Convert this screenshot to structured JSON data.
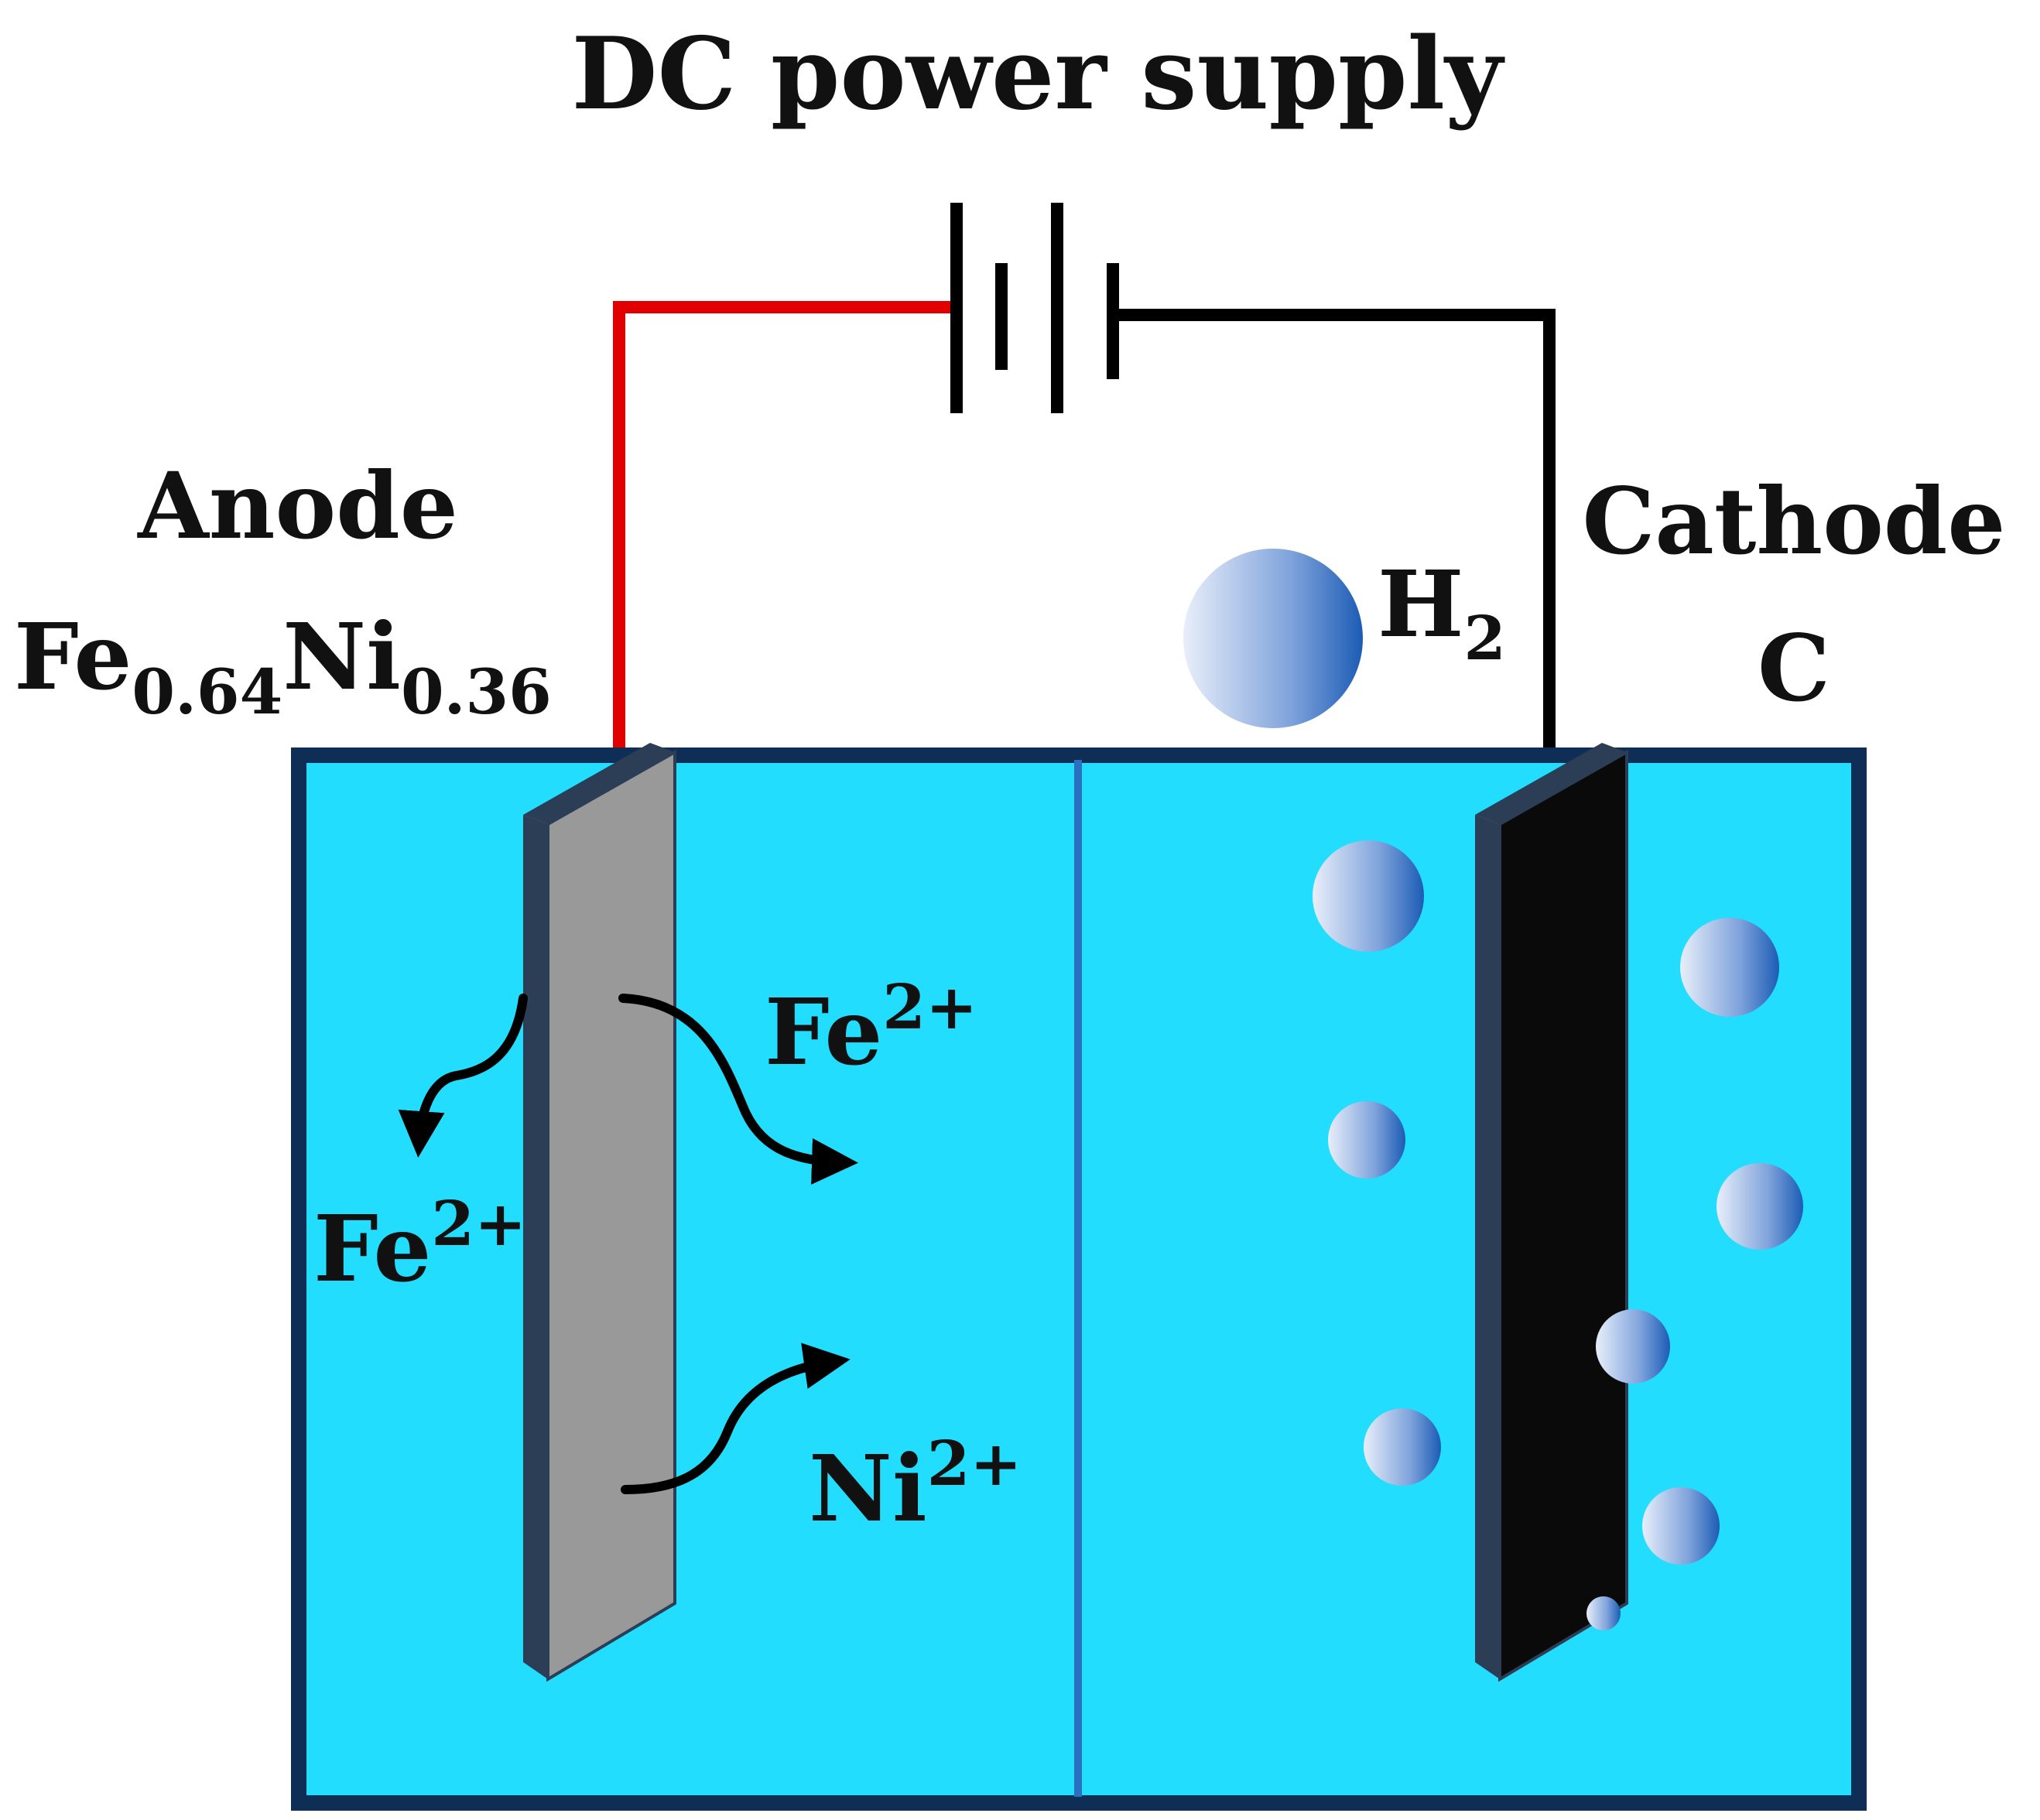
{
  "title": "DC power supply",
  "anode": {
    "label": "Anode",
    "material_el1": "Fe",
    "material_sub1": "0.64",
    "material_el2": "Ni",
    "material_sub2": "0.36"
  },
  "cathode": {
    "label": "Cathode",
    "material": "C"
  },
  "gas": {
    "base": "H",
    "sub": "2"
  },
  "ions": {
    "fe_right": {
      "base": "Fe",
      "sup": "2+"
    },
    "fe_left": {
      "base": "Fe",
      "sup": "2+"
    },
    "ni": {
      "base": "Ni",
      "sup": "2+"
    }
  },
  "colors": {
    "electrolyte": "#22DDFD",
    "tank_border": "#0E2E55",
    "membrane": "#2A6FC0",
    "anode_face": "#999999",
    "anode_edge": "#2B3E55",
    "cathode_face": "#0A0A0A",
    "cathode_edge": "#2B3E55",
    "positive_wire": "#E00000",
    "negative_wire": "#000000",
    "bubble_light": "#E8EEFA",
    "bubble_dark": "#1C5CB5"
  }
}
